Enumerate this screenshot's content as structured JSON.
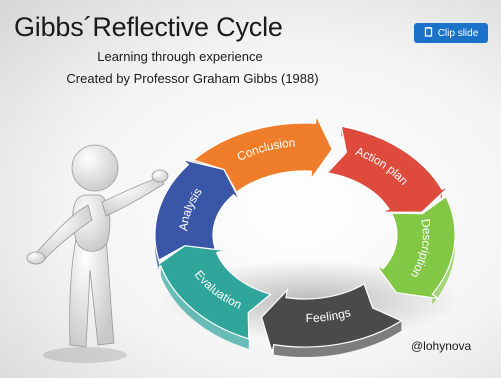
{
  "slide": {
    "title": "Gibbs´Reflective Cycle",
    "subtitle": "Learning through experience",
    "credit": "Created by Professor Graham Gibbs (1988)",
    "handle": "@lohynova"
  },
  "toolbar": {
    "clip_label": "Clip slide",
    "clip_color": "#1a73c9"
  },
  "cycle": {
    "stages": [
      {
        "label": "Conclusion",
        "color": "#f07d2a"
      },
      {
        "label": "Action plan",
        "color": "#de4a3c"
      },
      {
        "label": "Description",
        "color": "#82c845"
      },
      {
        "label": "Feelings",
        "color": "#4a4a4a"
      },
      {
        "label": "Evaluation",
        "color": "#2fa59c"
      },
      {
        "label": "Analysis",
        "color": "#3a56a6"
      }
    ]
  }
}
